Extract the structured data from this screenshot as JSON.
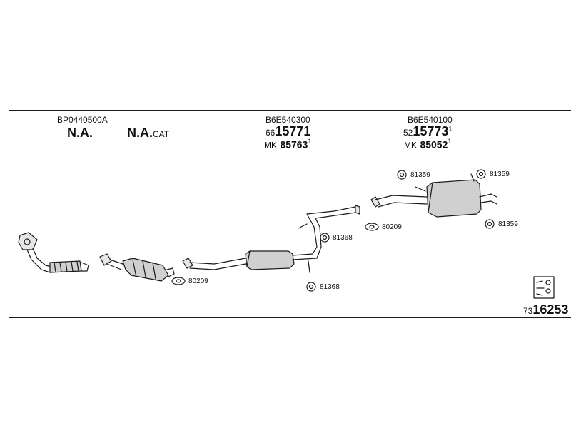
{
  "colors": {
    "ink": "#1a1a1a",
    "pipe_fill": "#e6e6e6",
    "muffler_fill": "#d0d0d0"
  },
  "columns": [
    {
      "part_code": "BP0440500A",
      "label": "N.A."
    },
    {
      "label": "N.A.",
      "suffix": "CAT"
    },
    {
      "part_code": "B6E540300",
      "number_prefix": "66",
      "number_main": "15771",
      "mk_label": "MK",
      "mk_number": "85763",
      "note_mark": "1"
    },
    {
      "part_code": "B6E540100",
      "number_prefix": "52",
      "number_main": "15773",
      "note_mark": "1",
      "mk_label": "MK",
      "mk_number": "85052",
      "mk_note_mark": "1"
    }
  ],
  "callouts": [
    {
      "code": "81359",
      "icon": "rubber-hanger-icon"
    },
    {
      "code": "81359",
      "icon": "rubber-hanger-icon"
    },
    {
      "code": "81359",
      "icon": "rubber-hanger-icon"
    },
    {
      "code": "80209",
      "icon": "gasket-icon"
    },
    {
      "code": "81368",
      "icon": "rubber-hanger-icon"
    },
    {
      "code": "80209",
      "icon": "gasket-icon"
    },
    {
      "code": "81368",
      "icon": "rubber-hanger-icon"
    }
  ],
  "footer": {
    "prefix": "73",
    "main": "16253",
    "icon": "fitting-kit-icon"
  }
}
